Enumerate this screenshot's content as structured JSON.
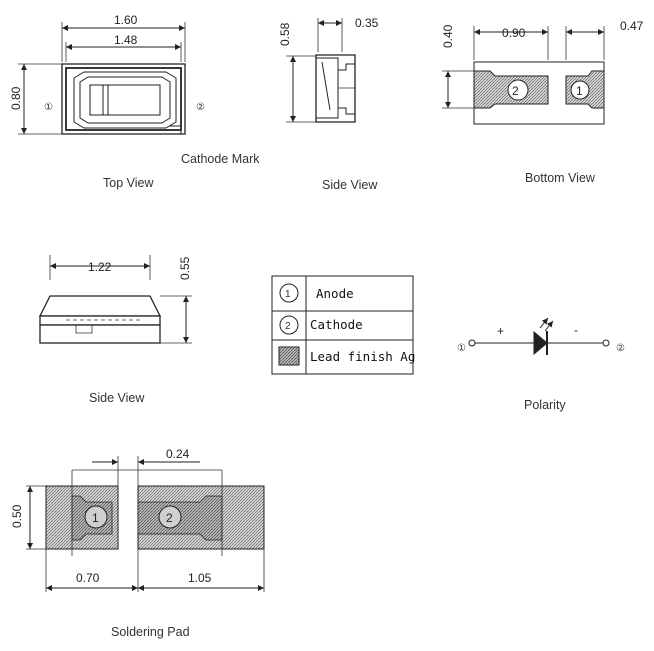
{
  "views": {
    "top": {
      "caption": "Top View",
      "dim_width_outer": "1.60",
      "dim_width_inner": "1.48",
      "dim_height": "0.80",
      "pin1": "①",
      "pin2": "②",
      "cathode_mark": "Cathode Mark"
    },
    "side_top": {
      "caption": "Side View",
      "dim_height": "0.58",
      "dim_depth": "0.35"
    },
    "bottom": {
      "caption": "Bottom View",
      "dim_height": "0.40",
      "dim_pad_left": "0.90",
      "dim_pad_right": "0.47",
      "pad_left_label": "2",
      "pad_right_label": "1"
    },
    "side_bottom": {
      "caption": "Side View",
      "dim_width": "1.22",
      "dim_height": "0.55"
    },
    "polarity": {
      "caption": "Polarity",
      "plus": "+",
      "minus": "-",
      "pin1": "①",
      "pin2": "②"
    },
    "soldering": {
      "caption": "Soldering Pad",
      "dim_gap": "0.24",
      "dim_height": "0.50",
      "dim_left": "0.70",
      "dim_right": "1.05",
      "pad_left_label": "1",
      "pad_right_label": "2"
    }
  },
  "legend": {
    "rows": [
      {
        "symbol": "1",
        "text": "Anode"
      },
      {
        "symbol": "2",
        "text": "Cathode"
      },
      {
        "symbol": "hatch",
        "text": "Lead finish Ag"
      }
    ]
  },
  "colors": {
    "line": "#222222",
    "hatch": "#7a7a7a",
    "fill_gray": "#bdbdbd"
  }
}
